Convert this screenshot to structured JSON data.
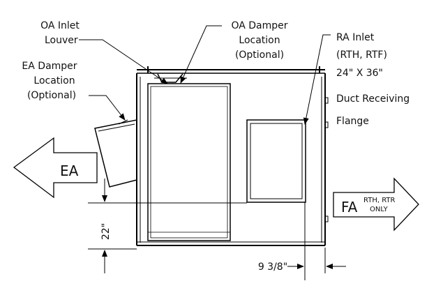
{
  "labels": {
    "oa_inlet_line1": "OA Inlet",
    "oa_inlet_line2": "Louver",
    "oa_damper_line1": "OA Damper",
    "oa_damper_line2": "Location",
    "oa_damper_line3": "(Optional)",
    "ea_damper_line1": "EA Damper",
    "ea_damper_line2": "Location",
    "ea_damper_line3": "(Optional)",
    "ra_line1": "RA Inlet",
    "ra_line2": "(RTH, RTF)",
    "ra_line3": "24\" X 36\"",
    "ra_line4": "Duct Receiving",
    "ra_line5": "Flange"
  },
  "arrows": {
    "ea": "EA",
    "fa": "FA",
    "fa_sup_line1": "RTH, RTR",
    "fa_sup_line2": "ONLY"
  },
  "dimensions": {
    "height": "22\"",
    "width": "9 3/8\""
  }
}
